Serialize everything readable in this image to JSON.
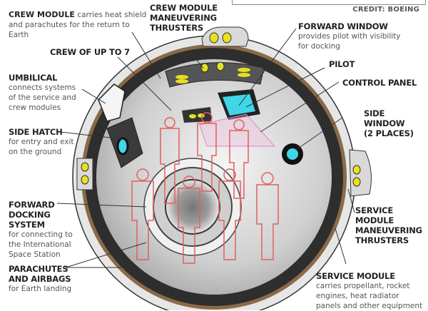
{
  "credit": "CREDIT: BOEING",
  "labels": {
    "crew_module": {
      "title": "CREW MODULE",
      "desc": "carries heat shield and parachutes for the return to Earth"
    },
    "crew_module_thrusters": {
      "title": "CREW MODULE MANEUVERING THRUSTERS"
    },
    "crew": {
      "title": "CREW OF UP TO 7"
    },
    "umbilical": {
      "title": "UMBILICAL",
      "desc": "connects systems of the service and crew modules"
    },
    "side_hatch": {
      "title": "SIDE HATCH",
      "desc": "for entry and exit on the ground"
    },
    "forward_docking": {
      "title": "FORWARD DOCKING SYSTEM",
      "desc": "for connecting to the International Space Station"
    },
    "parachutes": {
      "title": "PARACHUTES AND AIRBAGS",
      "desc": "for Earth landing"
    },
    "forward_window": {
      "title": "FORWARD WINDOW",
      "desc": "provides pilot with visibility for docking"
    },
    "pilot": {
      "title": "PILOT"
    },
    "control_panel": {
      "title": "CONTROL PANEL"
    },
    "side_window": {
      "title": "SIDE WINDOW (2 PLACES)"
    },
    "service_thrusters": {
      "title": "SERVICE MODULE MANEUVERING THRUSTERS"
    },
    "service_module": {
      "title": "SERVICE MODULE",
      "desc": "carries propellant, rocket engines, heat radiator panels and other equipment"
    }
  },
  "colors": {
    "hull": "#d8d8d8",
    "dark_band": "#2e2e2e",
    "heat_shield": "#8a6a48",
    "window": "#3fd7e8",
    "thruster": "#e8e020",
    "crew_outline": "#e06060"
  }
}
